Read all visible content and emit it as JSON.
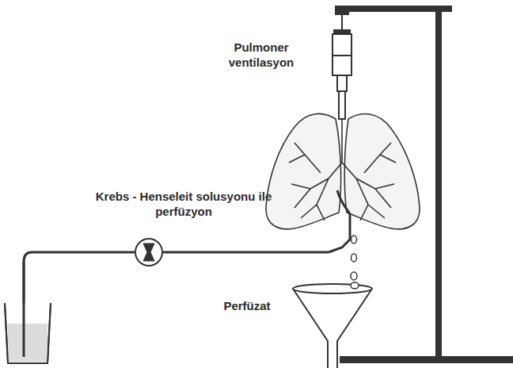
{
  "diagram": {
    "labels": [
      "Pulmoner ventilasyon",
      "Krebs - Henseleit solusyonu ile perfüzyon",
      "Perfüzat"
    ]
  }
}
